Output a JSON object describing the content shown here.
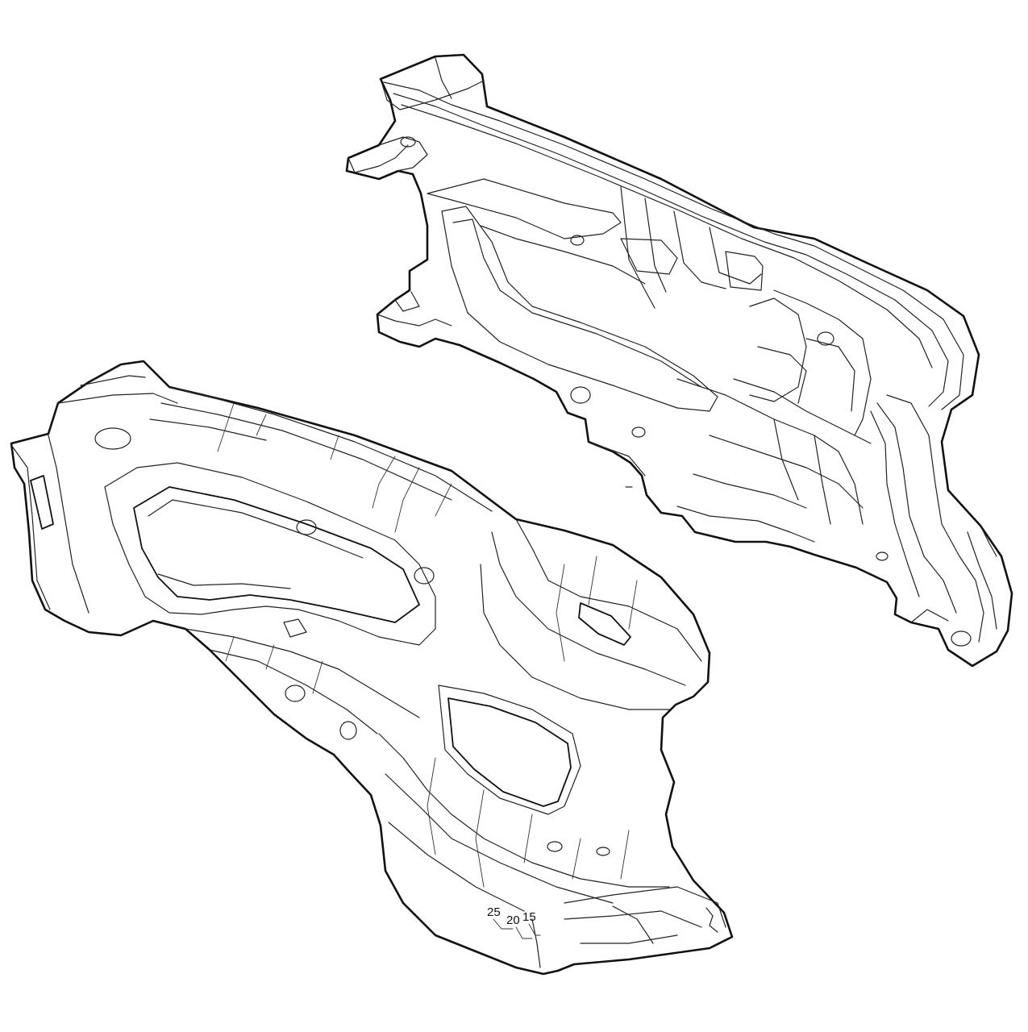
{
  "drawing": {
    "parts": [
      {
        "id": "housing-half-inner",
        "view": "inner"
      },
      {
        "id": "housing-half-outer",
        "view": "outer"
      }
    ],
    "markings": {
      "size_25": "25",
      "size_20": "20",
      "size_15": "15"
    },
    "colors": {
      "line": "#111111",
      "background": "#ffffff"
    }
  }
}
